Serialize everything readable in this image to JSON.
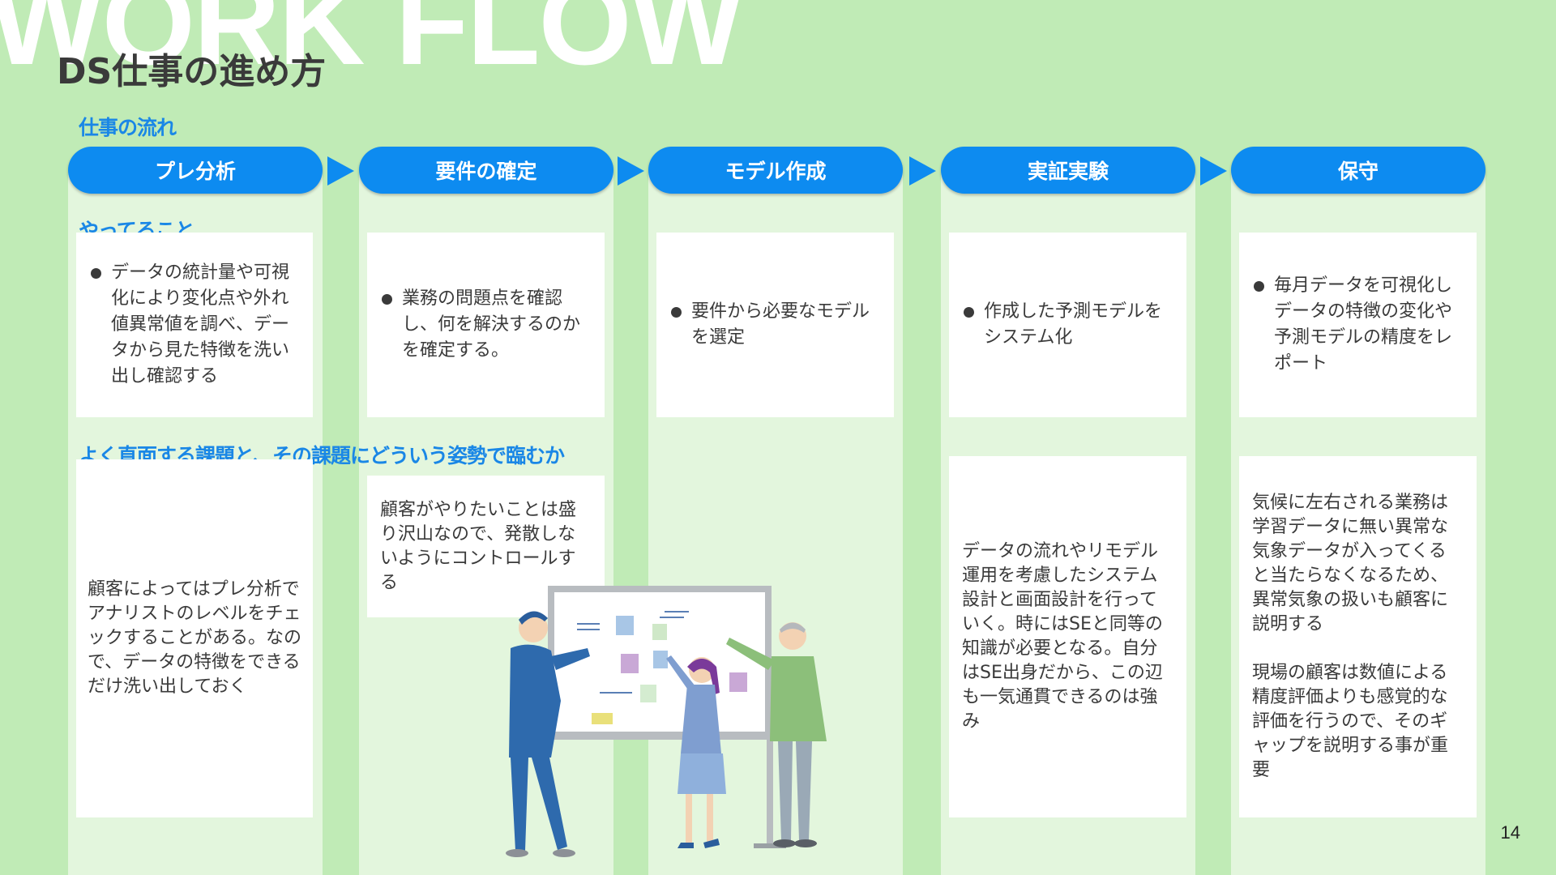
{
  "watermark": "WORK FLOW",
  "title": "DS仕事の進め方",
  "labels": {
    "flow": "仕事の流れ",
    "doing": "やってること",
    "issues": "よく直面する課題と、その課題にどういう姿勢で臨むか"
  },
  "phases": [
    {
      "name": "プレ分析",
      "doing": "データの統計量や可視化により変化点や外れ値異常値を調べ、データから見た特徴を洗い出し確認する",
      "issue": "顧客によってはプレ分析でアナリストのレベルをチェックすることがある。なので、データの特徴をできるだけ洗い出しておく"
    },
    {
      "name": "要件の確定",
      "doing": "業務の問題点を確認し、何を解決するのかを確定する。",
      "issue": "顧客がやりたいことは盛り沢山なので、発散しないようにコントロールする"
    },
    {
      "name": "モデル作成",
      "doing": "要件から必要なモデルを選定",
      "issue": ""
    },
    {
      "name": "実証実験",
      "doing": "作成した予測モデルをシステム化",
      "issue": "データの流れやリモデル運用を考慮したシステム設計と画面設計を行っていく。時にはSEと同等の知識が必要となる。自分はSE出身だから、この辺も一気通貫できるのは強み"
    },
    {
      "name": "保守",
      "doing": "毎月データを可視化しデータの特徴の変化や予測モデルの精度をレポート",
      "issue": "気候に左右される業務は学習データに無い異常な気象データが入ってくると当たらなくなるため、異常気象の扱いも顧客に説明する\n\n現場の顧客は数値による精度評価よりも感覚的な評価を行うので、そのギャップを説明する事が重要"
    }
  ],
  "page_number": "14",
  "colors": {
    "background": "#c0ebb6",
    "column": "#e3f6dd",
    "accent": "#0d8bf0",
    "label": "#1a87e6"
  }
}
